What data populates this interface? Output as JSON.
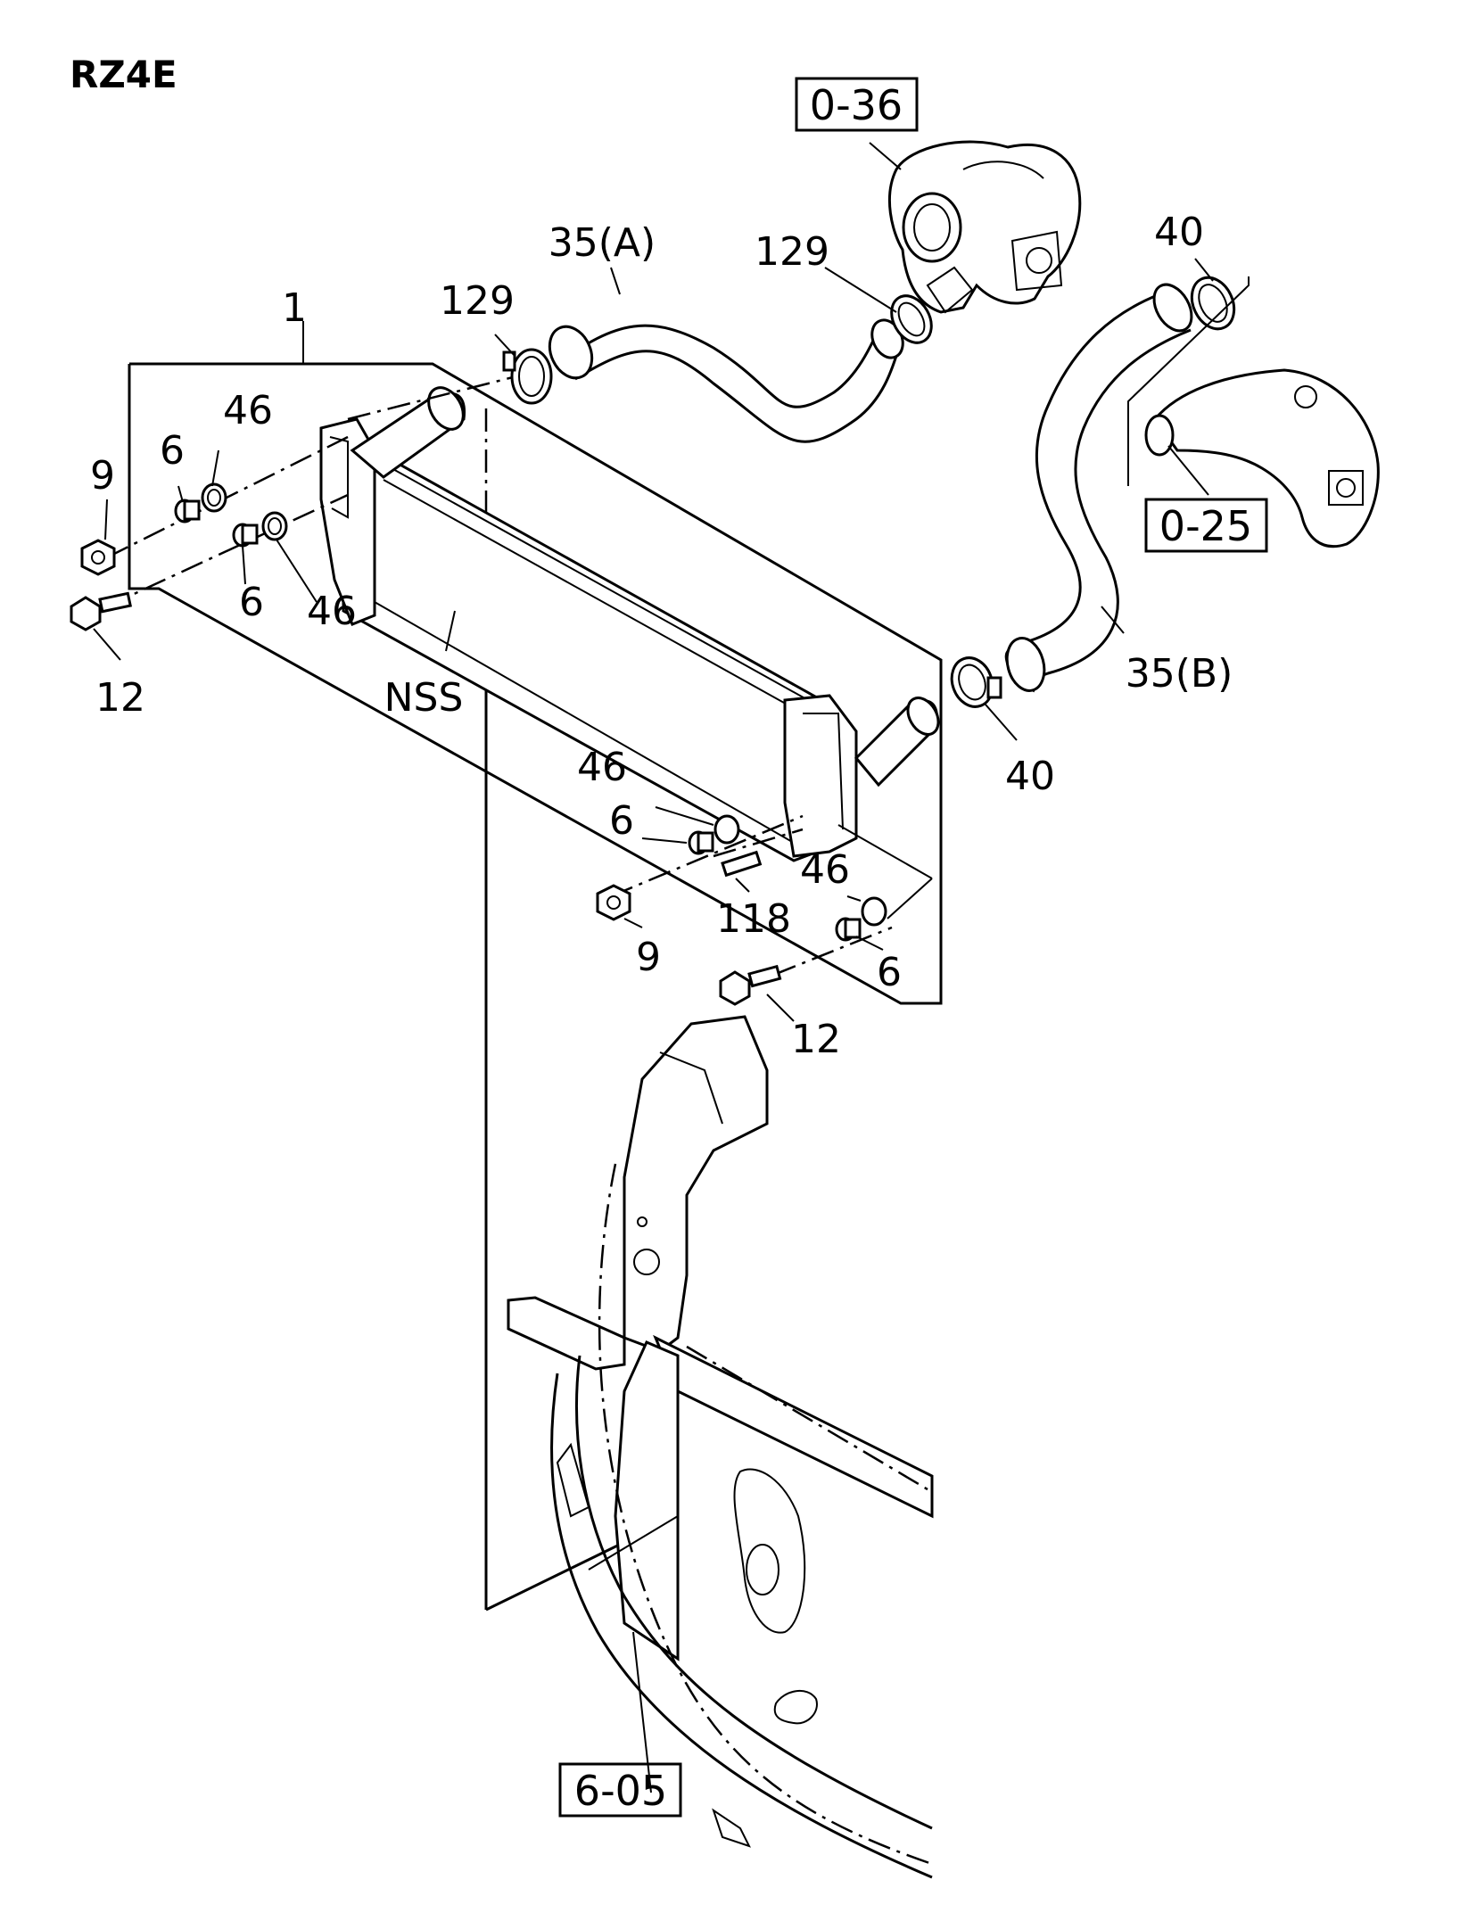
{
  "diagram": {
    "model_code": "RZ4E",
    "part_labels": {
      "p1": "1",
      "p35a": "35(A)",
      "p35b": "35(B)",
      "p129_left": "129",
      "p129_right": "129",
      "p40_top": "40",
      "p40_bottom": "40",
      "p46_tl": "46",
      "p46_ml": "46",
      "p46_cr": "46",
      "p46_br": "46",
      "p6_tl": "6",
      "p6_ml": "6",
      "p6_cr": "6",
      "p6_br": "6",
      "p9_left": "9",
      "p9_right": "9",
      "p12_left": "12",
      "p12_right": "12",
      "p118": "118",
      "nss": "NSS"
    },
    "reference_boxes": {
      "r036": "0-36",
      "r025": "0-25",
      "r605": "6-05"
    }
  }
}
